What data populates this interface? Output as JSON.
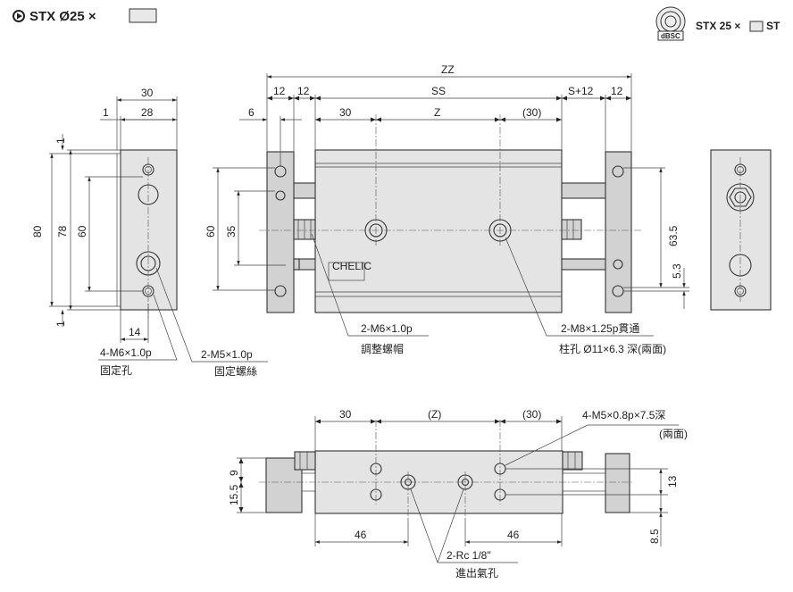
{
  "header": {
    "title": "STX Ø25 ×",
    "model_code": "STX 25 ×",
    "model_suffix": "ST",
    "logo_text": "dBSC"
  },
  "dimensions": {
    "zz": "ZZ",
    "ss": "SS",
    "z": "Z",
    "z_paren": "(Z)",
    "s_plus_12": "S+12",
    "d12": "12",
    "d30": "30",
    "d30_paren": "(30)",
    "d28": "28",
    "d1": "1",
    "d6": "6",
    "d80": "80",
    "d78": "78",
    "d60": "60",
    "d35": "35",
    "d14": "14",
    "d63_5": "63.5",
    "d5_3": "5.3",
    "d9": "9",
    "d15_5": "15.5",
    "d13": "13",
    "d8_5": "8.5",
    "d46": "46"
  },
  "labels": {
    "fix_hole_spec": "4-M6×1.0p",
    "fix_hole_name": "固定孔",
    "fix_screw_spec": "2-M5×1.0p",
    "fix_screw_name": "固定螺絲",
    "adj_nut_spec": "2-M6×1.0p",
    "adj_nut_name": "調整螺帽",
    "thru_spec": "2-M8×1.25p貫通",
    "thru_name": "柱孔 Ø11×6.3 深(兩面)",
    "m5_spec": "4-M5×0.8p×7.5深",
    "m5_both": "(兩面)",
    "rc_spec": "2-Rc 1/8\"",
    "rc_name": "進出氣孔",
    "plate_text": "CHELIC"
  },
  "colors": {
    "body": "#e4e4e4",
    "part": "#d2d2d2",
    "line": "#333333"
  }
}
